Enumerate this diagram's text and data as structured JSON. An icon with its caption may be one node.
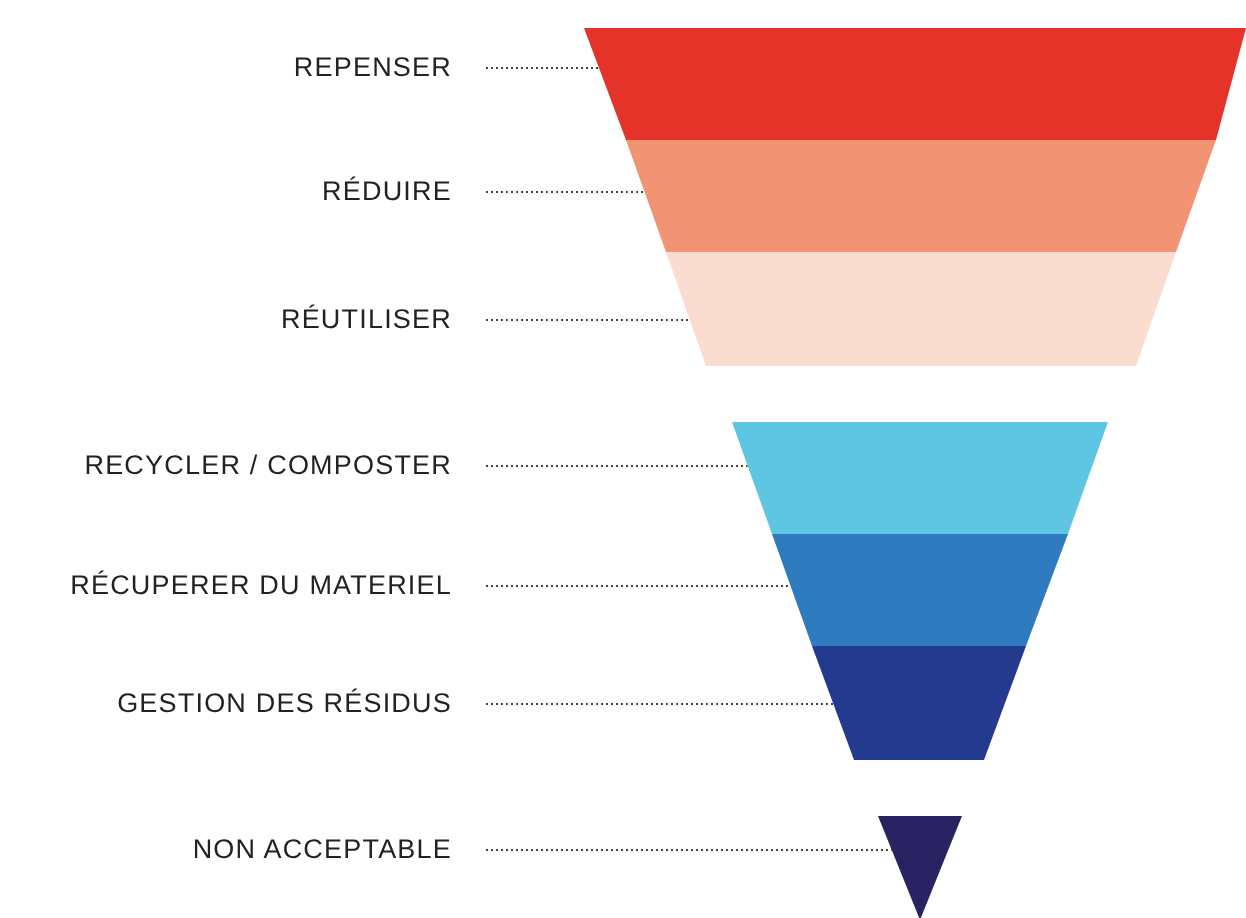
{
  "diagram": {
    "nodes": [
      {
        "text": [
          "REPENSER"
        ]
      },
      {
        "text": [
          "RÉDUIRE"
        ]
      },
      {
        "text": [
          "RÉUTILISER"
        ]
      },
      {
        "text": [
          "RECYCLER / COMPOSTER"
        ]
      },
      {
        "text": [
          "RÉCUPERER DU MATERIEL"
        ]
      },
      {
        "text": [
          "GESTION DES RÉSIDUS"
        ]
      },
      {
        "text": [
          "NON ACCEPTABLE"
        ]
      },
      {
        "text": [],
        "shape": "trapezoid"
      },
      {
        "text": [],
        "shape": "trapezoid"
      },
      {
        "text": [],
        "shape": "trapezoid"
      },
      {
        "text": [],
        "shape": "trapezoid"
      },
      {
        "text": [],
        "shape": "trapezoid"
      },
      {
        "text": [],
        "shape": "trapezoid"
      },
      {
        "text": [],
        "shape": "triangle"
      }
    ],
    "edges": [
      {
        "from": 0,
        "to": 7,
        "arrow": "none",
        "style": "dashed"
      },
      {
        "from": 1,
        "to": 8,
        "arrow": "none",
        "style": "dashed"
      },
      {
        "from": 2,
        "to": 9,
        "arrow": "none",
        "style": "dashed"
      },
      {
        "from": 3,
        "to": 10,
        "arrow": "none",
        "style": "dashed"
      },
      {
        "from": 4,
        "to": 11,
        "arrow": "none",
        "style": "dashed"
      },
      {
        "from": 5,
        "to": 12,
        "arrow": "none",
        "style": "dashed"
      },
      {
        "from": 6,
        "to": 13,
        "arrow": "none",
        "style": "dashed"
      }
    ]
  }
}
